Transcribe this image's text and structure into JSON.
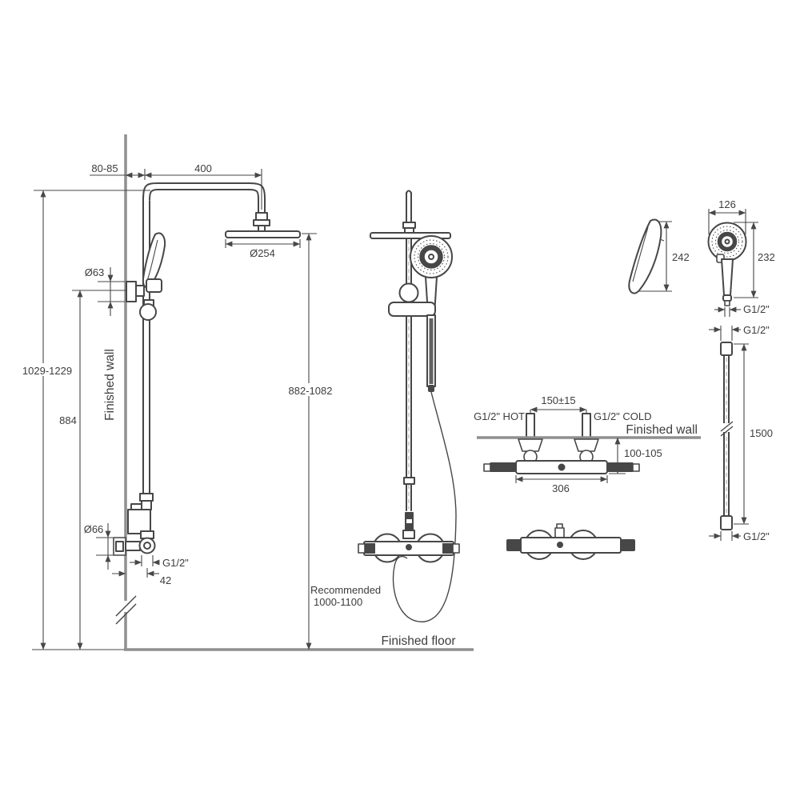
{
  "colors": {
    "background": "#ffffff",
    "line": "#474747",
    "structure_line": "#8f8f8f",
    "text": "#3d3d3d"
  },
  "side_view": {
    "dim_offset_wall": "80-85",
    "dim_arm_reach": "400",
    "dim_head_diameter": "Ø254",
    "dim_bracket_diameter": "Ø63",
    "dim_riser_height_range": "1029-1229",
    "dim_mixer_height": "884",
    "dim_head_height_range": "882-1082",
    "finished_wall_label": "Finished wall",
    "dim_flange_diameter": "Ø66",
    "outlet_thread_label": "G1/2\"",
    "dim_outlet_offset": "42",
    "recommended_label": "Recommended",
    "recommended_range": "1000-1100",
    "finished_floor_label": "Finished floor"
  },
  "hand_shower_detail": {
    "dim_side_height": "242",
    "dim_face_width": "126",
    "dim_front_height": "232",
    "thread_label": "G1/2\""
  },
  "mixer_detail": {
    "dim_inlet_spacing": "150±15",
    "hot_inlet_label": "G1/2\" HOT",
    "cold_inlet_label": "G1/2\" COLD",
    "finished_wall_label": "Finished wall",
    "dim_wall_clearance": "100-105",
    "dim_body_width": "306"
  },
  "hose_detail": {
    "thread_label_top": "G1/2\"",
    "dim_length": "1500",
    "thread_label_bottom": "G1/2\""
  }
}
